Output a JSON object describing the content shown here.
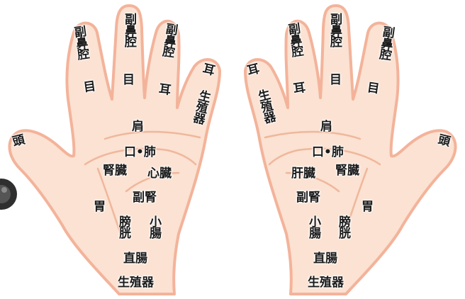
{
  "colors": {
    "skin": "#fbe2d2",
    "outline": "#f3b39a",
    "crease": "#f0b79c",
    "label": "#1b1b1b"
  },
  "left_hand": {
    "pinky_1": "副鼻腔",
    "pinky_2": "目",
    "ring_1": "副鼻腔",
    "ring_2": "目",
    "middle_1": "副鼻腔",
    "middle_2": "耳",
    "index_1": "耳",
    "index_2": "生殖器",
    "thumb": "頭",
    "shoulder": "肩",
    "mouth_lung": "口•肺",
    "kidney": "腎臓",
    "heart": "心臓",
    "adrenal": "副腎",
    "stomach": "胃",
    "bladder": "膀胱",
    "small_intestine": "小腸",
    "rectum": "直腸",
    "genitals": "生殖器"
  },
  "right_hand": {
    "index_1": "耳",
    "index_2": "生殖器",
    "middle_1": "副鼻腔",
    "middle_2": "耳",
    "ring_1": "副鼻腔",
    "ring_2": "目",
    "pinky_1": "副鼻腔",
    "pinky_2": "目",
    "thumb": "頭",
    "shoulder": "肩",
    "mouth_lung": "口•肺",
    "liver": "肝臓",
    "kidney": "腎臓",
    "adrenal": "副腎",
    "stomach": "胃",
    "small_intestine": "小腸",
    "bladder": "膀胱",
    "rectum": "直腸",
    "genitals": "生殖器"
  }
}
